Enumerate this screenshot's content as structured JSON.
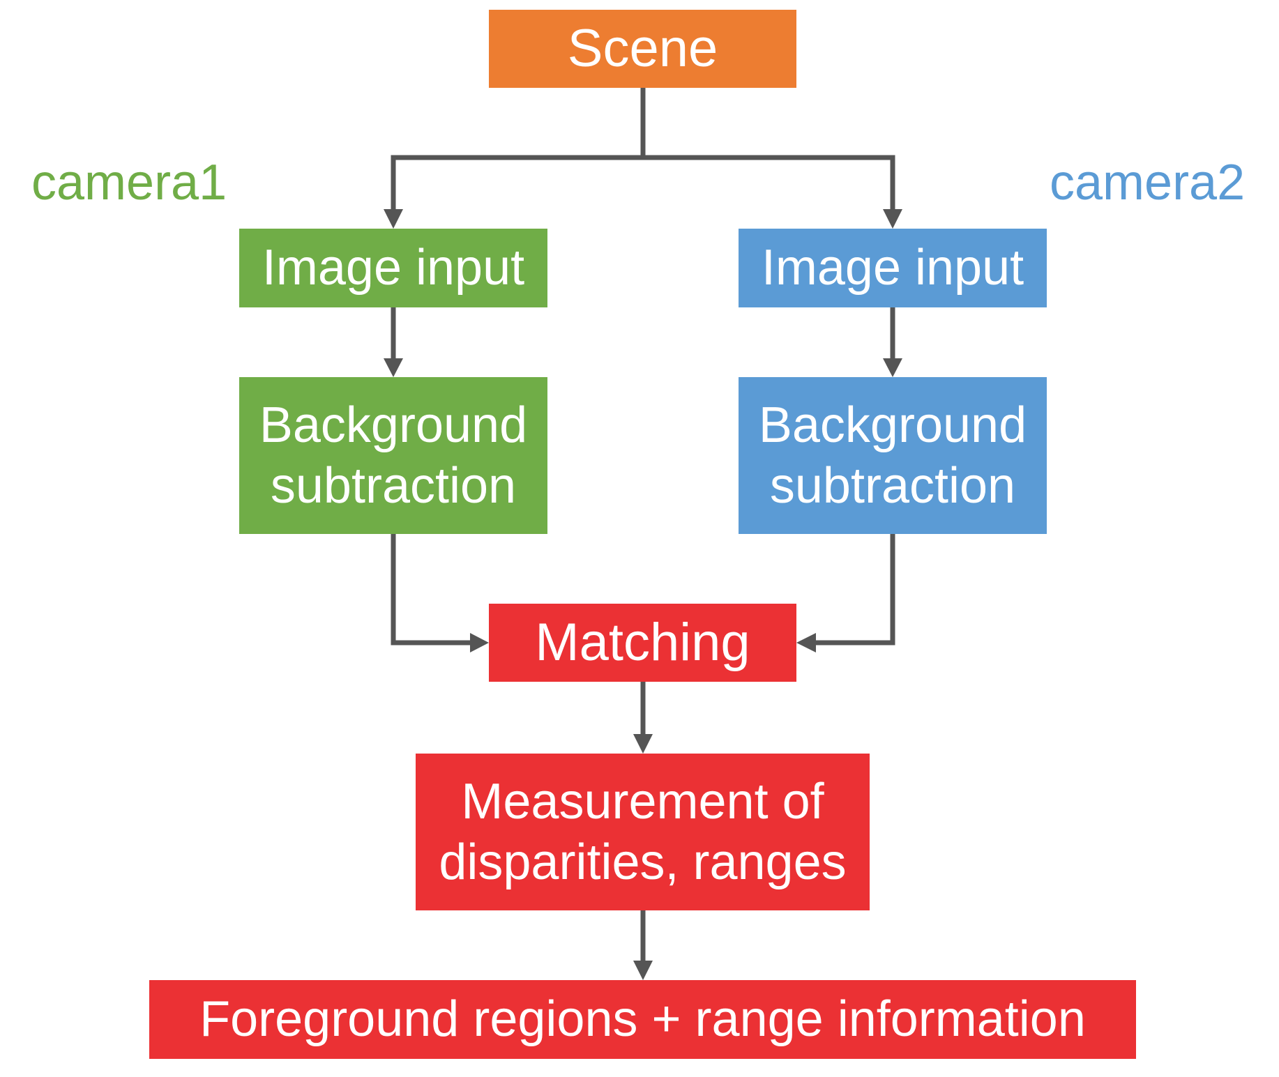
{
  "diagram": {
    "nodes": {
      "scene": {
        "lines": [
          "Scene"
        ],
        "color": "#ED7D31"
      },
      "image_input_1": {
        "lines": [
          "Image input"
        ],
        "color": "#70AD47"
      },
      "image_input_2": {
        "lines": [
          "Image input"
        ],
        "color": "#5B9BD5"
      },
      "background_subtraction_1": {
        "lines": [
          "Background",
          "subtraction"
        ],
        "color": "#70AD47"
      },
      "background_subtraction_2": {
        "lines": [
          "Background",
          "subtraction"
        ],
        "color": "#5B9BD5"
      },
      "matching": {
        "lines": [
          "Matching"
        ],
        "color": "#EB3134"
      },
      "measurement": {
        "lines": [
          "Measurement of",
          "disparities, ranges"
        ],
        "color": "#EB3134"
      },
      "foreground": {
        "lines": [
          "Foreground regions + range information"
        ],
        "color": "#EB3134"
      }
    },
    "labels": {
      "camera1": "camera1",
      "camera2": "camera2"
    },
    "edges": [
      {
        "from": "scene",
        "to": "image_input_1"
      },
      {
        "from": "scene",
        "to": "image_input_2"
      },
      {
        "from": "image_input_1",
        "to": "background_subtraction_1"
      },
      {
        "from": "image_input_2",
        "to": "background_subtraction_2"
      },
      {
        "from": "background_subtraction_1",
        "to": "matching"
      },
      {
        "from": "background_subtraction_2",
        "to": "matching"
      },
      {
        "from": "matching",
        "to": "measurement"
      },
      {
        "from": "measurement",
        "to": "foreground"
      }
    ],
    "connector_color": "#555555"
  }
}
